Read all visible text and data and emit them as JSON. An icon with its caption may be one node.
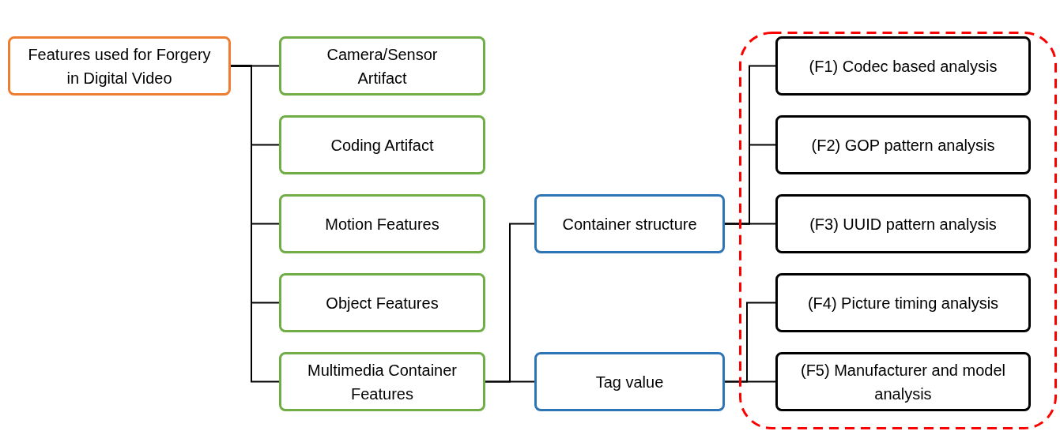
{
  "diagram": {
    "nodes": [
      {
        "text": [
          "Features used for Forgery in Digital Video"
        ]
      },
      {
        "text": [
          "Camera/Sensor Artifact"
        ]
      },
      {
        "text": [
          "Coding Artifact"
        ]
      },
      {
        "text": [
          "Motion Features"
        ]
      },
      {
        "text": [
          "Object Features"
        ]
      },
      {
        "text": [
          "Multimedia Container Features"
        ]
      },
      {
        "text": [
          "Container structure"
        ]
      },
      {
        "text": [
          "Tag value"
        ]
      },
      {
        "text": [],
        "shape": "box"
      },
      {
        "text": [
          "(F1) Codec based analysis"
        ],
        "in": 8
      },
      {
        "text": [
          "(F2) GOP pattern analysis"
        ],
        "in": 8
      },
      {
        "text": [
          "(F3) UUID pattern analysis"
        ],
        "in": 8
      },
      {
        "text": [
          "(F4) Picture timing analysis"
        ],
        "in": 8
      },
      {
        "text": [
          "(F5) Manufacturer and model analysis"
        ],
        "in": 8
      }
    ],
    "edges": [
      {
        "from": 0,
        "to": 1,
        "arrow": "none"
      },
      {
        "from": 0,
        "to": 2,
        "arrow": "none"
      },
      {
        "from": 0,
        "to": 3,
        "arrow": "none"
      },
      {
        "from": 0,
        "to": 4,
        "arrow": "none"
      },
      {
        "from": 0,
        "to": 5,
        "arrow": "none"
      },
      {
        "from": 5,
        "to": 6,
        "arrow": "none"
      },
      {
        "from": 5,
        "to": 7,
        "arrow": "none"
      },
      {
        "from": 6,
        "to": 9,
        "arrow": "none"
      },
      {
        "from": 6,
        "to": 10,
        "arrow": "none"
      },
      {
        "from": 6,
        "to": 11,
        "arrow": "none"
      },
      {
        "from": 7,
        "to": 12,
        "arrow": "none"
      },
      {
        "from": 7,
        "to": 13,
        "arrow": "none"
      }
    ]
  }
}
